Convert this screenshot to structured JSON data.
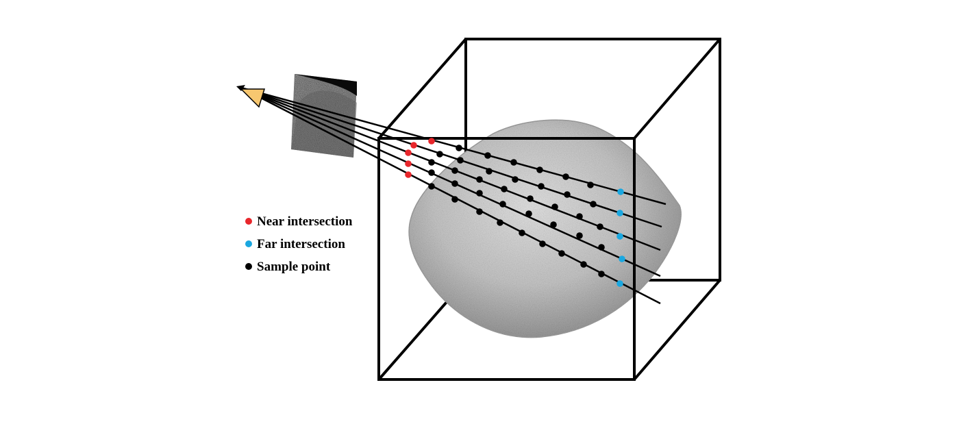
{
  "legend": {
    "near": {
      "label": "Near intersection",
      "color": "#e8262b"
    },
    "far": {
      "label": "Far intersection",
      "color": "#1aa7e0"
    },
    "sample": {
      "label": "Sample point",
      "color": "#000000"
    }
  },
  "colors": {
    "camera": "#f7c770",
    "box": "#000000",
    "asteroid": "#bdbdbd"
  },
  "icons": [
    "camera-icon",
    "image-plane",
    "asteroid-shape",
    "bounding-box"
  ]
}
